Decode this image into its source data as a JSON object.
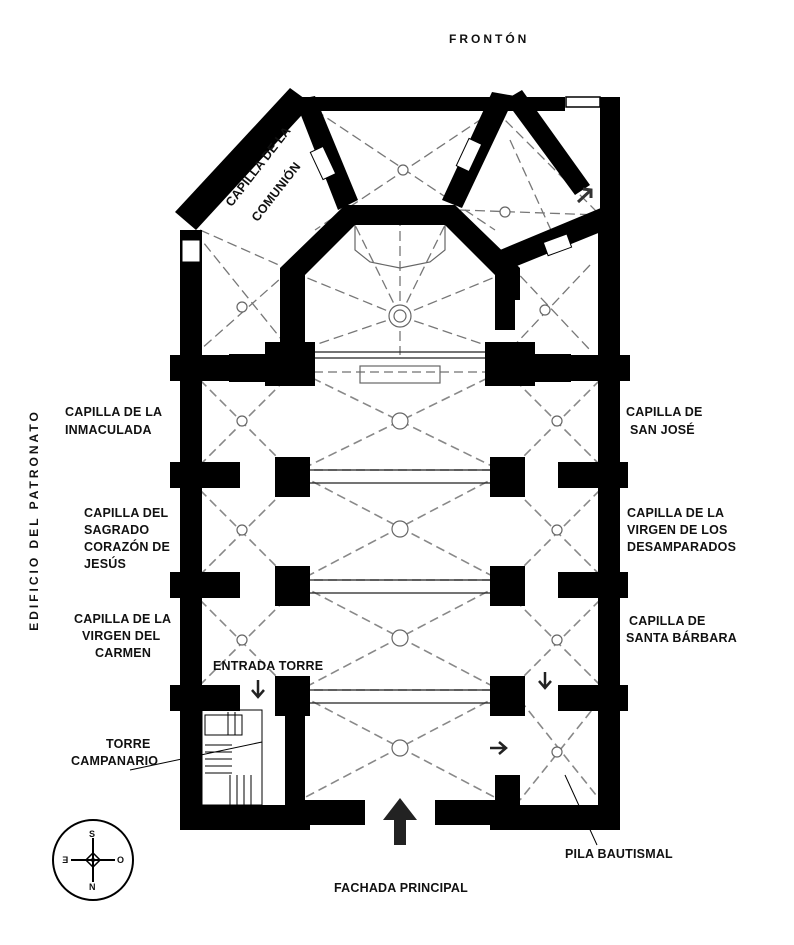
{
  "labels": {
    "fronton": "FRONTÓN",
    "capilla_comunion_1": "CAPILLA DE LA",
    "capilla_comunion_2": "COMUNIÓN",
    "inmaculada_1": "CAPILLA DE LA",
    "inmaculada_2": "INMACULADA",
    "san_jose_1": "CAPILLA DE",
    "san_jose_2": "SAN JOSÉ",
    "sagrado_1": "CAPILLA DEL",
    "sagrado_2": "SAGRADO",
    "sagrado_3": "CORAZÓN DE",
    "sagrado_4": "JESÚS",
    "desamparados_1": "CAPILLA DE LA",
    "desamparados_2": "VIRGEN DE LOS",
    "desamparados_3": "DESAMPARADOS",
    "carmen_1": "CAPILLA DE LA",
    "carmen_2": "VIRGEN DEL",
    "carmen_3": "CARMEN",
    "santa_barbara_1": "CAPILLA DE",
    "santa_barbara_2": "SANTA BÁRBARA",
    "entrada_torre": "ENTRADA TORRE",
    "torre_1": "TORRE",
    "torre_2": "CAMPANARIO",
    "pila": "PILA BAUTISMAL",
    "fachada": "FACHADA PRINCIPAL",
    "edificio": "EDIFICIO DEL PATRONATO"
  },
  "compass": {
    "n": "N",
    "s": "S",
    "e": "E",
    "o": "O"
  }
}
